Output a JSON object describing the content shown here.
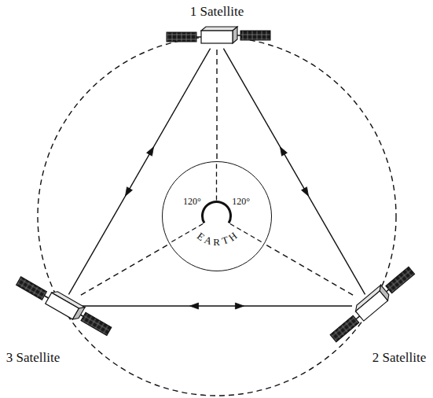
{
  "diagram": {
    "nodes": [
      {
        "text": [
          "1 Satellite"
        ]
      },
      {
        "text": [
          "120°",
          "120°",
          "EARTH"
        ]
      },
      {
        "text": [
          "3 Satellite"
        ]
      },
      {
        "text": [
          "2 Satellite"
        ]
      }
    ],
    "edges": [
      {
        "from": 0,
        "to": 2,
        "arrow": "both"
      },
      {
        "from": 2,
        "to": 3,
        "arrow": "both"
      },
      {
        "from": 3,
        "to": 0,
        "arrow": "both"
      },
      {
        "from": 1,
        "to": 0,
        "arrow": "none"
      },
      {
        "from": 1,
        "to": 2,
        "arrow": "none"
      },
      {
        "from": 1,
        "to": 3,
        "arrow": "none"
      }
    ]
  }
}
